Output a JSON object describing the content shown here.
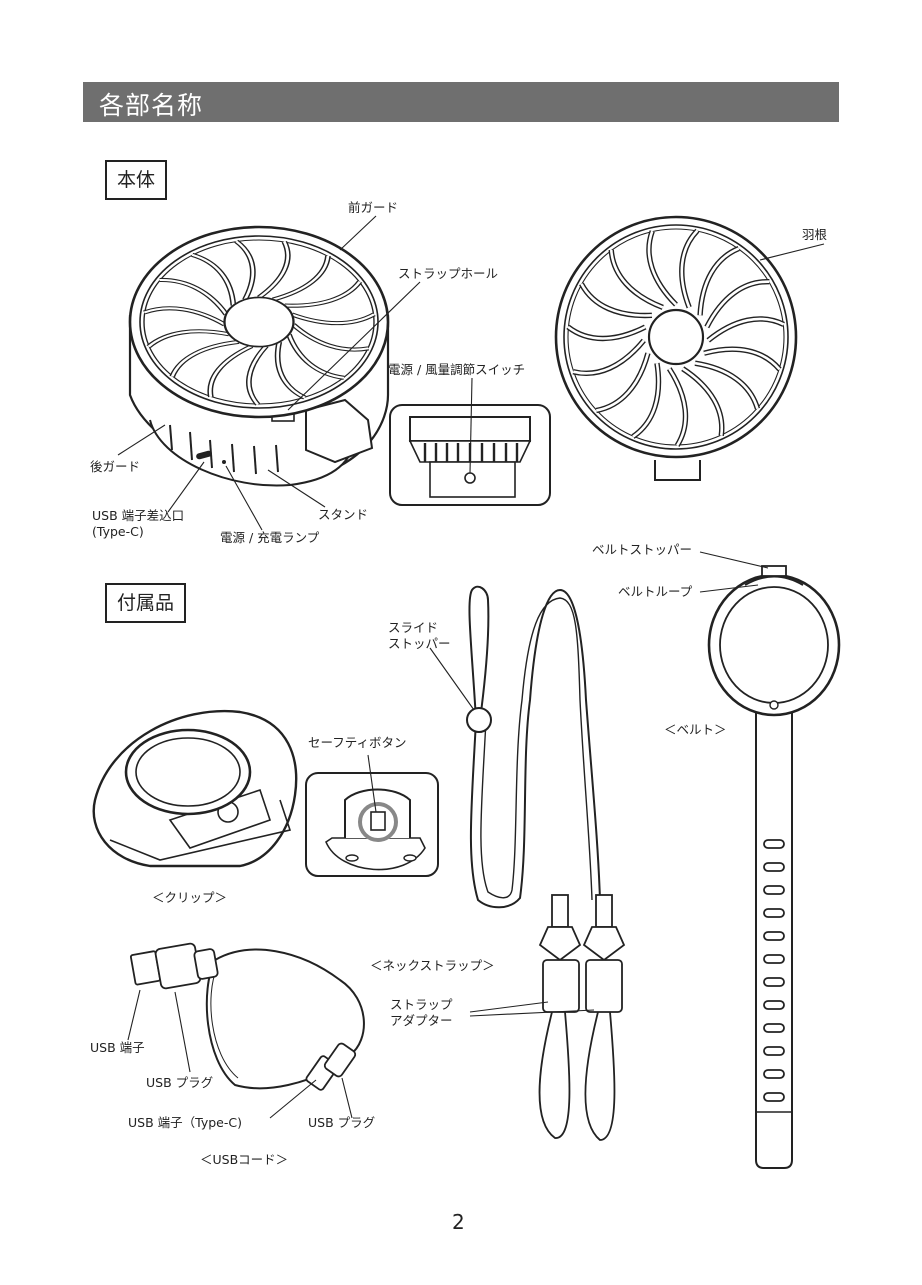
{
  "header": {
    "title": "各部名称"
  },
  "sections": {
    "main_body": "本体",
    "accessories": "付属品"
  },
  "labels": {
    "front_guard": "前ガード",
    "blade": "羽根",
    "strap_hole": "ストラップホール",
    "power_switch": "電源 / 風量調節スイッチ",
    "rear_guard": "後ガード",
    "stand": "スタンド",
    "usb_port_1": "USB 端子差込口",
    "usb_port_2": "(Type-C)",
    "power_lamp": "電源 / 充電ランプ",
    "belt_stopper": "ベルトストッパー",
    "belt_loop": "ベルトループ",
    "slide_stopper_1": "スライド",
    "slide_stopper_2": "ストッパー",
    "belt": "＜ベルト＞",
    "safety_button": "セーフティボタン",
    "clip": "＜クリップ＞",
    "neck_strap": "＜ネックストラップ＞",
    "strap_adapter_1": "ストラップ",
    "strap_adapter_2": "アダプター",
    "usb_terminal": "USB 端子",
    "usb_plug_1": "USB プラグ",
    "usb_terminal_typec": "USB 端子（Type-C)",
    "usb_plug_2": "USB プラグ",
    "usb_cord": "＜USBコード＞"
  },
  "page_number": "2"
}
